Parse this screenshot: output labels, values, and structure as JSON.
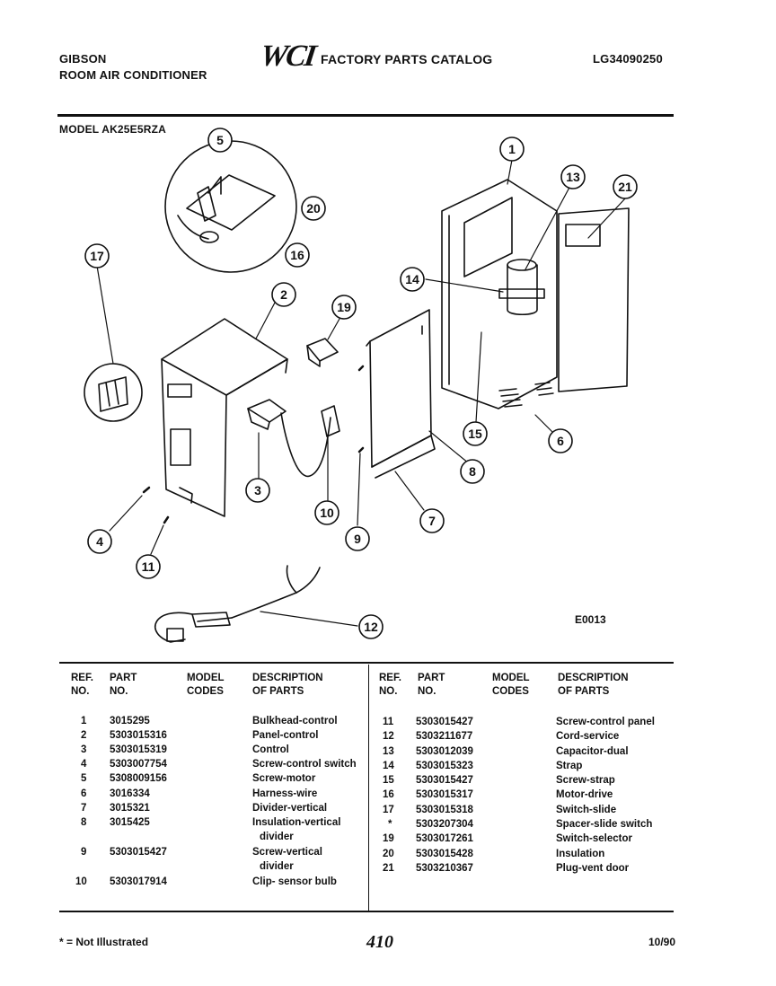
{
  "header": {
    "brand": "GIBSON",
    "product": "ROOM AIR CONDITIONER",
    "logo_text": "WCI",
    "catalog_title": "FACTORY PARTS CATALOG",
    "catalog_code": "LG34090250",
    "model_label": "MODEL AK25E5RZA"
  },
  "diagram": {
    "code": "E0013",
    "callouts": [
      "1",
      "2",
      "3",
      "4",
      "5",
      "6",
      "7",
      "8",
      "9",
      "10",
      "11",
      "12",
      "13",
      "14",
      "15",
      "16",
      "17",
      "19",
      "20",
      "21"
    ]
  },
  "table": {
    "headers": {
      "ref": [
        "REF.",
        "NO."
      ],
      "part": [
        "PART",
        "NO."
      ],
      "model": [
        "MODEL",
        "CODES"
      ],
      "desc": [
        "DESCRIPTION",
        "OF PARTS"
      ]
    },
    "left_rows": [
      {
        "ref": "1",
        "part": "3015295",
        "desc": "Bulkhead-control"
      },
      {
        "ref": "2",
        "part": "5303015316",
        "desc": "Panel-control"
      },
      {
        "ref": "3",
        "part": "5303015319",
        "desc": "Control"
      },
      {
        "ref": "4",
        "part": "5303007754",
        "desc": "Screw-control switch"
      },
      {
        "ref": "5",
        "part": "5308009156",
        "desc": "Screw-motor"
      },
      {
        "ref": "6",
        "part": "3016334",
        "desc": "Harness-wire"
      },
      {
        "ref": "7",
        "part": "3015321",
        "desc": "Divider-vertical"
      },
      {
        "ref": "8",
        "part": "3015425",
        "desc": "Insulation-vertical",
        "desc2": "divider"
      },
      {
        "ref": "9",
        "part": "5303015427",
        "desc": "Screw-vertical",
        "desc2": "divider"
      },
      {
        "ref": "10",
        "part": "5303017914",
        "desc": "Clip- sensor bulb"
      }
    ],
    "right_rows": [
      {
        "ref": "11",
        "part": "5303015427",
        "desc": "Screw-control panel"
      },
      {
        "ref": "12",
        "part": "5303211677",
        "desc": "Cord-service"
      },
      {
        "ref": "13",
        "part": "5303012039",
        "desc": "Capacitor-dual"
      },
      {
        "ref": "14",
        "part": "5303015323",
        "desc": "Strap"
      },
      {
        "ref": "15",
        "part": "5303015427",
        "desc": "Screw-strap"
      },
      {
        "ref": "16",
        "part": "5303015317",
        "desc": "Motor-drive"
      },
      {
        "ref": "17",
        "part": "5303015318",
        "desc": "Switch-slide"
      },
      {
        "ref": "*",
        "part": "5303207304",
        "desc": "Spacer-slide switch"
      },
      {
        "ref": "19",
        "part": "5303017261",
        "desc": "Switch-selector"
      },
      {
        "ref": "20",
        "part": "5303015428",
        "desc": "Insulation"
      },
      {
        "ref": "21",
        "part": "5303210367",
        "desc": "Plug-vent door"
      }
    ]
  },
  "footer": {
    "note": "* = Not Illustrated",
    "page": "410",
    "date": "10/90"
  }
}
